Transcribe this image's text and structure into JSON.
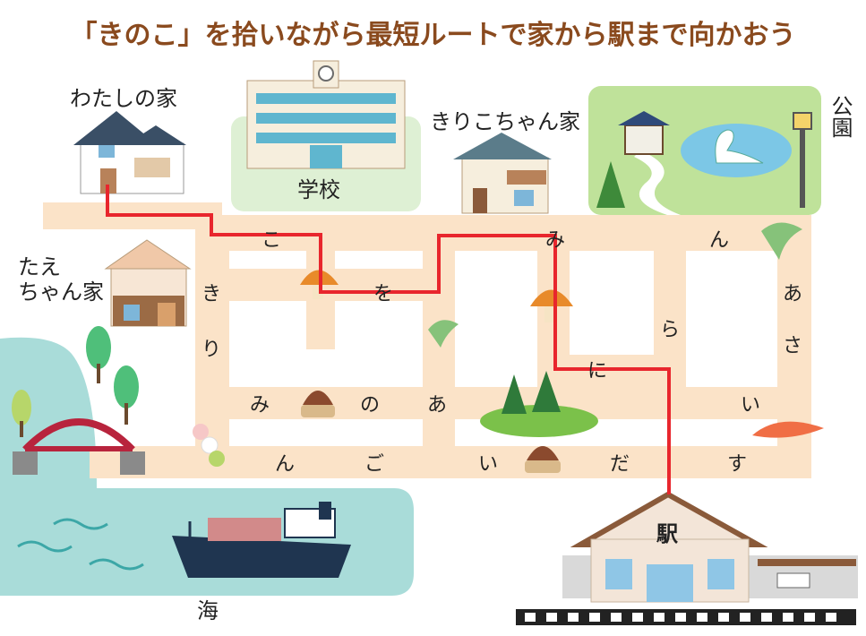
{
  "title": "「きのこ」を拾いながら最短ルートで家から駅まで向かおう",
  "places": {
    "my_home": "わたしの家",
    "school": "学校",
    "kiriko_home": "きりこちゃん家",
    "park": "公園",
    "tae_home_line1": "たえ",
    "tae_home_line2": "ちゃん家",
    "station": "駅",
    "sea": "海"
  },
  "grid_letters": [
    {
      "ch": "こ",
      "c": 0,
      "r": 0
    },
    {
      "ch": "み",
      "c": 3,
      "r": 0
    },
    {
      "ch": "ん",
      "c": 5,
      "r": 0
    },
    {
      "ch": "き",
      "c": 0,
      "r": 1
    },
    {
      "ch": "を",
      "c": 2,
      "r": 1
    },
    {
      "ch": "あ",
      "c": 5,
      "r": 1
    },
    {
      "ch": "ら",
      "c": 4,
      "r": 2
    },
    {
      "ch": "り",
      "c": 0,
      "r": 3
    },
    {
      "ch": "に",
      "c": 3,
      "r": 3
    },
    {
      "ch": "さ",
      "c": 5,
      "r": 3
    },
    {
      "ch": "み",
      "c": 0,
      "r": 4
    },
    {
      "ch": "の",
      "c": 1,
      "r": 4
    },
    {
      "ch": "あ",
      "c": 2,
      "r": 4
    },
    {
      "ch": "い",
      "c": 5,
      "r": 4
    },
    {
      "ch": "ん",
      "c": 1,
      "r": 5
    },
    {
      "ch": "ご",
      "c": 2,
      "r": 5
    },
    {
      "ch": "い",
      "c": 3,
      "r": 5
    },
    {
      "ch": "だ",
      "c": 4,
      "r": 5
    },
    {
      "ch": "す",
      "c": 5,
      "r": 5
    }
  ],
  "route_color": "#e8262d",
  "road_color": "#fbe3c8"
}
